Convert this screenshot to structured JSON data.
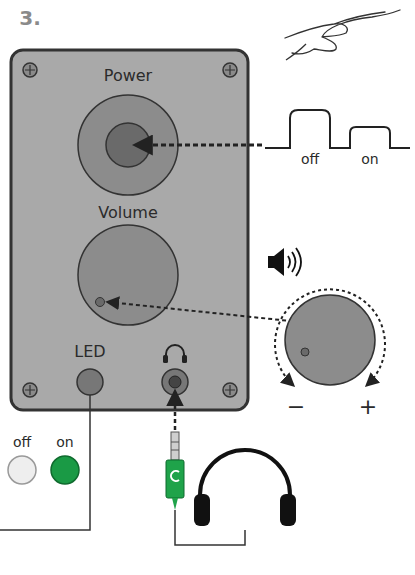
{
  "diagram": {
    "title": "3.",
    "labels": [
      "Power",
      "Volume",
      "LED",
      "off",
      "on",
      "off",
      "on",
      "−",
      "+"
    ]
  }
}
